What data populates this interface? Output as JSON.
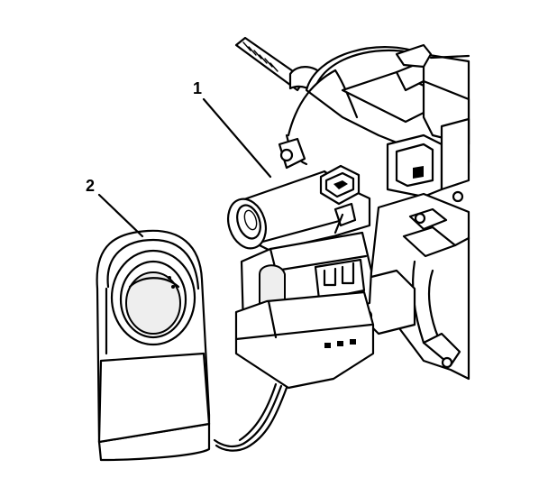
{
  "callouts": [
    {
      "label": "1",
      "part": "ignition-switch-housing"
    },
    {
      "label": "2",
      "part": "lock-cylinder-bezel"
    }
  ],
  "colors": {
    "line": "#000000",
    "background": "#ffffff"
  }
}
